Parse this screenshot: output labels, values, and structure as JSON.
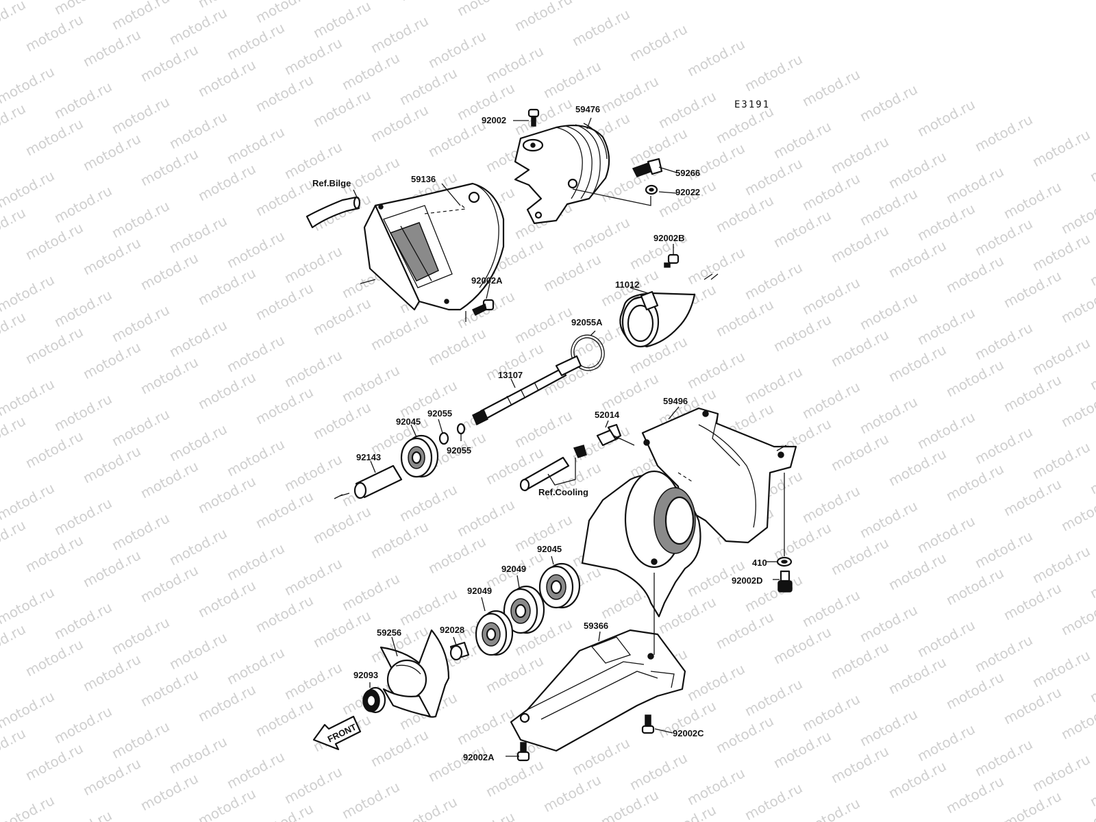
{
  "diagram": {
    "code": "E3191",
    "watermark": "motod.ru",
    "front_label": "FRONT",
    "references": {
      "bilge": "Ref.Bilge",
      "cooling": "Ref.Cooling"
    },
    "parts": {
      "p92002": "92002",
      "p59476": "59476",
      "p59266": "59266",
      "p92022": "92022",
      "p59136": "59136",
      "p92002B": "92002B",
      "p92002A_top": "92002A",
      "p11012": "11012",
      "p92055A": "92055A",
      "p13107": "13107",
      "p92055_a": "92055",
      "p92055_b": "92055",
      "p92045_top": "92045",
      "p92143": "92143",
      "p52014": "52014",
      "p59496": "59496",
      "p410": "410",
      "p92002D": "92002D",
      "p92045_low": "92045",
      "p92049_a": "92049",
      "p92049_b": "92049",
      "p92028": "92028",
      "p59256": "59256",
      "p59366": "59366",
      "p92093": "92093",
      "p92002C": "92002C",
      "p92002A_bottom": "92002A"
    }
  }
}
